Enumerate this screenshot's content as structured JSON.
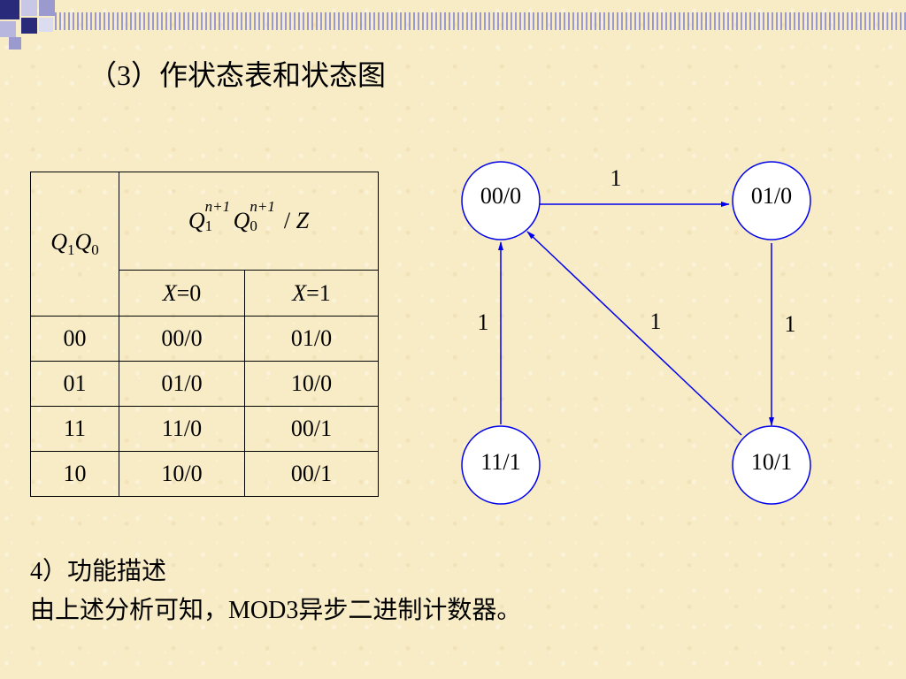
{
  "heading": "（3）作状态表和状态图",
  "table": {
    "header_left": {
      "a": "Q",
      "a_sub": "1",
      "b": "Q",
      "b_sub": "0"
    },
    "header_top": {
      "q1": "Q",
      "q1_sup": "n+1",
      "q1_sub": "1",
      "q0": "Q",
      "q0_sup": "n+1",
      "q0_sub": "0",
      "slash": " / ",
      "z": "Z"
    },
    "col_x0": {
      "var": "X",
      "val": "=0"
    },
    "col_x1": {
      "var": "X",
      "val": "=1"
    },
    "rows": [
      {
        "state": "00",
        "x0": "00/0",
        "x1": "01/0"
      },
      {
        "state": "01",
        "x0": "01/0",
        "x1": "10/0"
      },
      {
        "state": "11",
        "x0": "11/0",
        "x1": "00/1"
      },
      {
        "state": "10",
        "x0": "10/0",
        "x1": "00/1"
      }
    ]
  },
  "diagram": {
    "nodes": {
      "n00": "00/0",
      "n01": "01/0",
      "n10": "10/1",
      "n11": "11/1"
    },
    "edges": {
      "e00_01": "1",
      "e01_10": "1",
      "e10_00": "1",
      "e11_00": "1"
    },
    "colors": {
      "stroke": "#0000ee",
      "node_fill": "#ffffff"
    }
  },
  "footer": {
    "line1": "4）功能描述",
    "line2": "由上述分析可知，MOD3异步二进制计数器。"
  },
  "colors": {
    "background": "#f8ecc6",
    "accent_dark": "#2a2a7a",
    "accent_light": "#9a9acf"
  }
}
